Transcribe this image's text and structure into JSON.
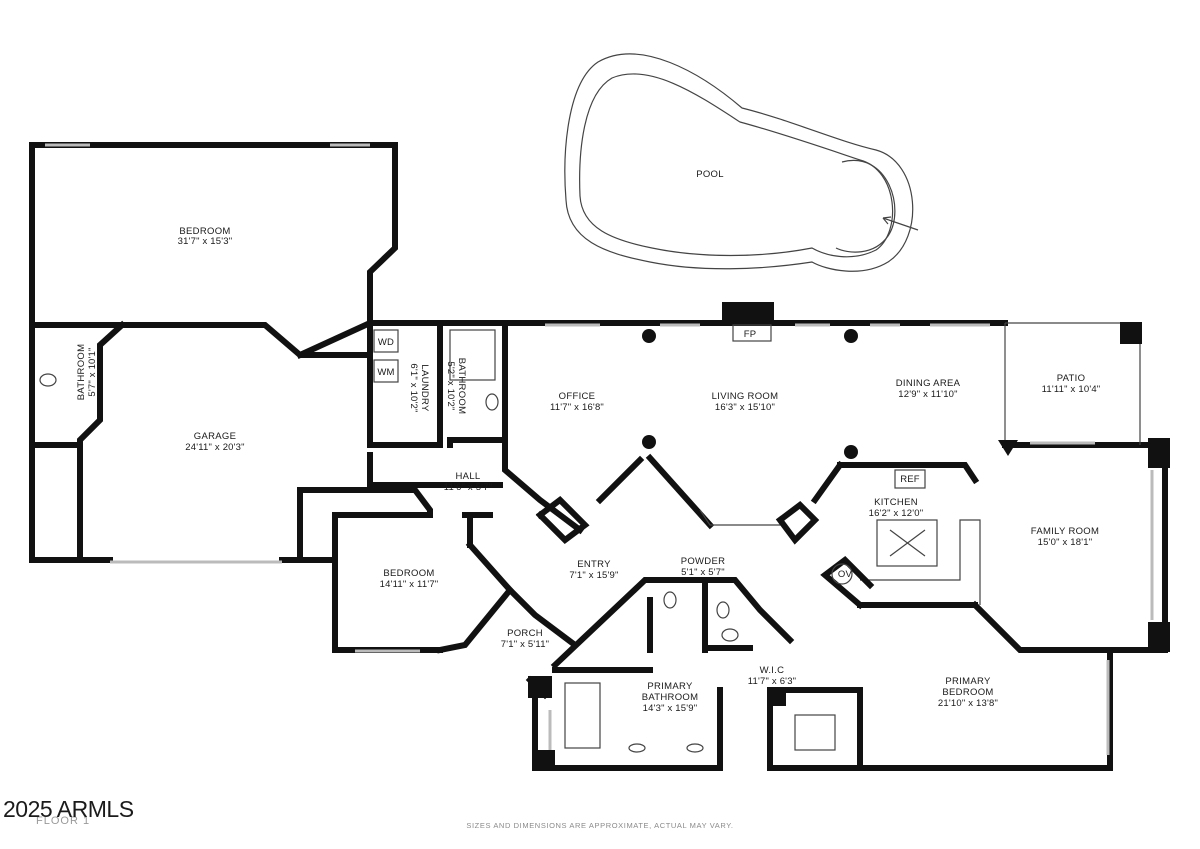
{
  "rooms": {
    "pool": {
      "label": "POOL"
    },
    "bedroom_large": {
      "label": "BEDROOM",
      "dims": "31'7\" x 15'3\""
    },
    "bathroom_side": {
      "label": "BATHROOM",
      "dims": "5'7\" x 10'1\""
    },
    "garage": {
      "label": "GARAGE",
      "dims": "24'11\" x 20'3\""
    },
    "laundry": {
      "label": "LAUNDRY",
      "dims": "6'1\" x 10'2\""
    },
    "bathroom_hall": {
      "label": "BATHROOM",
      "dims": "5'2\" x 10'2\""
    },
    "office": {
      "label": "OFFICE",
      "dims": "11'7\" x 16'8\""
    },
    "living_room": {
      "label": "LIVING ROOM",
      "dims": "16'3\" x 15'10\""
    },
    "dining_area": {
      "label": "DINING AREA",
      "dims": "12'9\" x 11'10\""
    },
    "patio": {
      "label": "PATIO",
      "dims": "11'11\" x 10'4\""
    },
    "hall": {
      "label": "HALL",
      "dims": "11'6\" x 5'7\""
    },
    "kitchen": {
      "label": "KITCHEN",
      "dims": "16'2\" x 12'0\""
    },
    "family_room": {
      "label": "FAMILY ROOM",
      "dims": "15'0\" x 18'1\""
    },
    "bedroom_small": {
      "label": "BEDROOM",
      "dims": "14'11\" x 11'7\""
    },
    "entry": {
      "label": "ENTRY",
      "dims": "7'1\" x 15'9\""
    },
    "powder": {
      "label": "POWDER",
      "dims": "5'1\" x 5'7\""
    },
    "porch": {
      "label": "PORCH",
      "dims": "7'1\" x 5'11\""
    },
    "primary_bathroom": {
      "label": "PRIMARY",
      "label2": "BATHROOM",
      "dims": "14'3\" x 15'9\""
    },
    "wic": {
      "label": "W.I.C",
      "dims": "11'7\" x 6'3\""
    },
    "primary_bedroom": {
      "label": "PRIMARY",
      "label2": "BEDROOM",
      "dims": "21'10\" x 13'8\""
    }
  },
  "fixtures": {
    "wd": "WD",
    "wm": "WM",
    "fp": "FP",
    "ref": "REF",
    "ov": "OV"
  },
  "watermark": "2025 ARMLS",
  "floor_label": "FLOOR 1",
  "disclaimer": "SIZES AND DIMENSIONS ARE APPROXIMATE, ACTUAL MAY VARY.",
  "colors": {
    "wall": "#111111",
    "window": "#bbbbbb",
    "background": "#ffffff"
  }
}
